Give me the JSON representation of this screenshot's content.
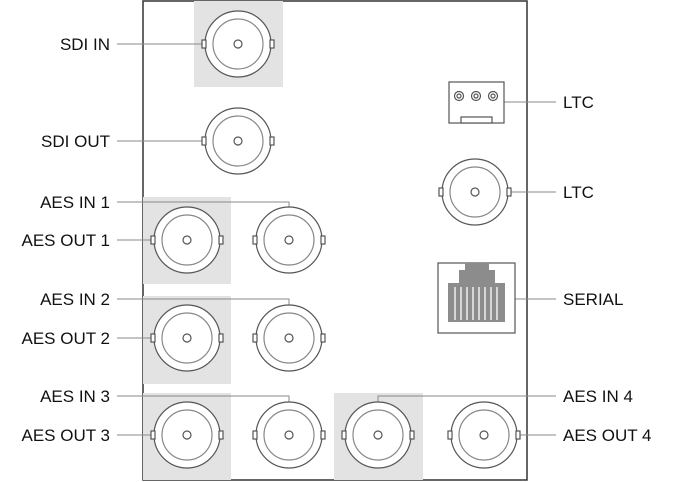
{
  "colors": {
    "panel_border": "#333333",
    "highlight": "#e3e3e3",
    "leader_line": "#8a8a8a",
    "connector_stroke": "#555555",
    "rj45_dark": "#8c8c8c",
    "text": "#111111"
  },
  "labels": {
    "sdi_in": "SDI IN",
    "sdi_out": "SDI OUT",
    "aes_in_1": "AES IN 1",
    "aes_out_1": "AES OUT 1",
    "aes_in_2": "AES IN 2",
    "aes_out_2": "AES OUT 2",
    "aes_in_3": "AES IN 3",
    "aes_out_3": "AES OUT 3",
    "ltc_terminal": "LTC",
    "ltc_bnc": "LTC",
    "serial": "SERIAL",
    "aes_in_4": "AES IN 4",
    "aes_out_4": "AES OUT 4"
  }
}
